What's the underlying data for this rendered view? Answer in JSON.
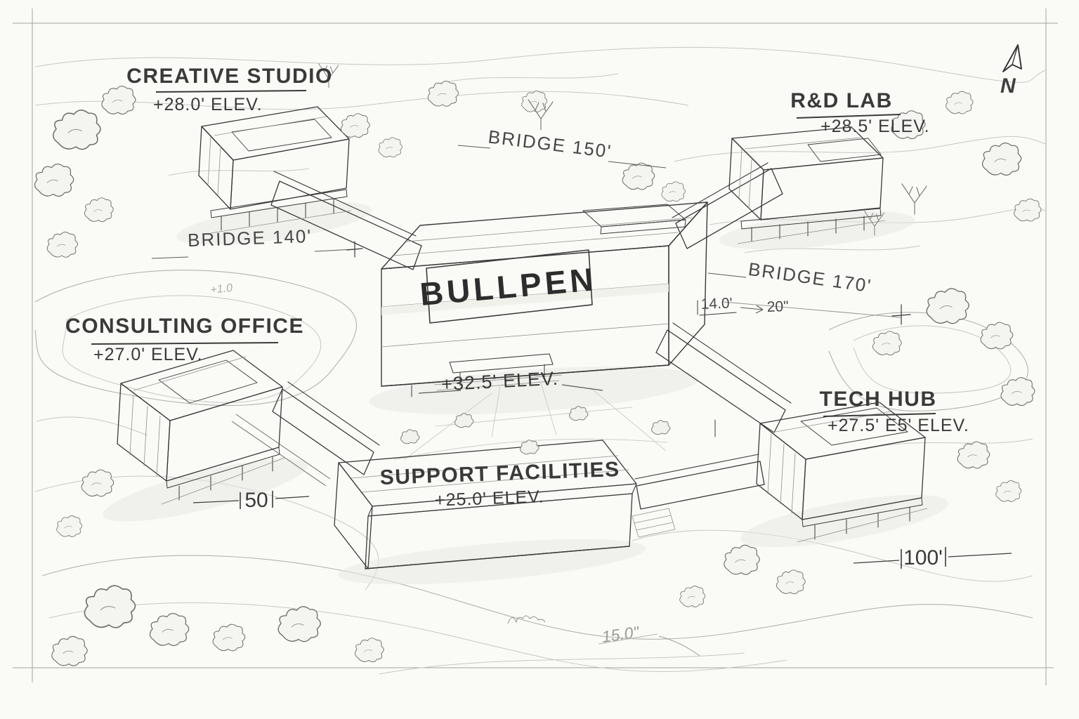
{
  "sheet": {
    "north_label": "N"
  },
  "buildings": {
    "bullpen": {
      "name": "BULLPEN",
      "elev": "+32.5' ELEV."
    },
    "creative_studio": {
      "name": "CREATIVE STUDIO",
      "elev": "+28.0' ELEV."
    },
    "rd_lab": {
      "name": "R&D LAB",
      "elev": "+28.5' ELEV."
    },
    "consulting_office": {
      "name": "CONSULTING OFFICE",
      "elev": "+27.0' ELEV."
    },
    "tech_hub": {
      "name": "TECH HUB",
      "elev": "+27.5' E5' ELEV."
    },
    "support_facilities": {
      "name": "SUPPORT FACILITIES",
      "elev": "+25.0' ELEV."
    }
  },
  "bridges": {
    "north": "BRIDGE 150'",
    "west": "BRIDGE 140'",
    "east": "BRIDGE 170'"
  },
  "dimensions": {
    "west": "50",
    "east": "100'",
    "gap_a": "14.0'",
    "gap_b": "20\"",
    "note": "15.0\"",
    "plus_note": "+1.0"
  },
  "colors": {
    "paper": "#fafaf7",
    "ink": "#3a3a3a",
    "light_ink": "#8f8f8d",
    "contour": "#c7c7c4"
  }
}
